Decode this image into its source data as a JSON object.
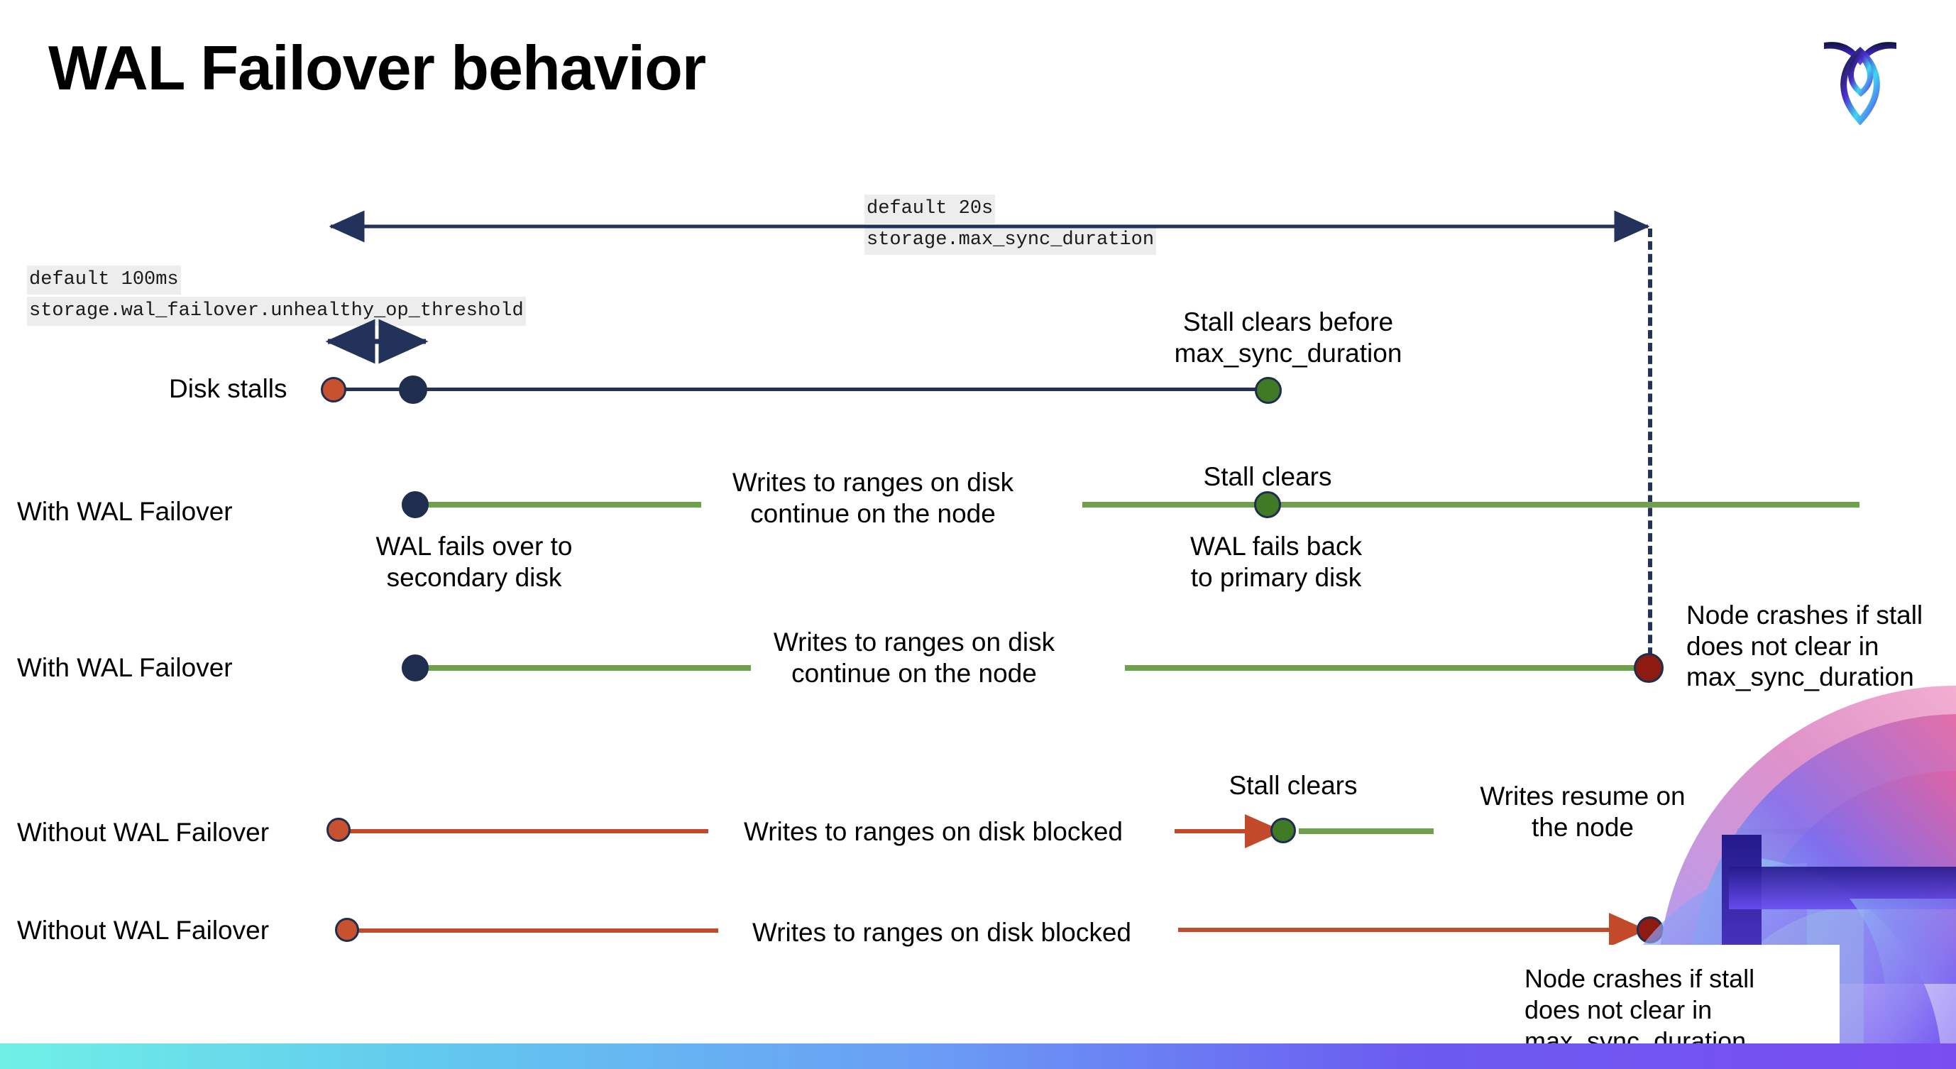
{
  "slide": {
    "title": "WAL Failover behavior",
    "logo": "cockroachdb-logo"
  },
  "annotations": {
    "max_sync": {
      "line1": "default 20s",
      "line2": "storage.max_sync_duration"
    },
    "unhealthy_op": {
      "line1": "default 100ms",
      "line2": "storage.wal_failover.unhealthy_op_threshold"
    }
  },
  "rows": [
    {
      "label": "Disk stalls",
      "notes": [
        "Stall clears before\nmax_sync_duration"
      ]
    },
    {
      "label": "With WAL Failover",
      "notes": [
        "Writes to ranges on disk\ncontinue on the node",
        "Stall clears",
        "WAL fails over to\nsecondary disk",
        "WAL fails  back\nto primary disk"
      ]
    },
    {
      "label": "With WAL Failover",
      "notes": [
        "Writes to ranges on disk\ncontinue on the node",
        "Node crashes if stall\ndoes not clear in\nmax_sync_duration"
      ]
    },
    {
      "label": "Without WAL Failover",
      "notes": [
        "Writes to ranges on disk  blocked",
        "Stall clears",
        "Writes resume on\nthe node"
      ]
    },
    {
      "label": "Without WAL Failover",
      "notes": [
        "Writes to ranges on disk  blocked",
        "Node crashes if stall\ndoes not clear in\nmax_sync_duration"
      ]
    }
  ],
  "colors": {
    "navy": "#22325a",
    "green_line": "#6fa14c",
    "red_line": "#c2492a",
    "dot_red": "#c8522f",
    "dot_navy": "#1f2d4e",
    "dot_green": "#417a24",
    "dot_darkred": "#8e1b12",
    "code_bg": "#ededed",
    "bar_gradient_start": "#6ff0e6",
    "bar_gradient_end": "#7a4df0"
  }
}
